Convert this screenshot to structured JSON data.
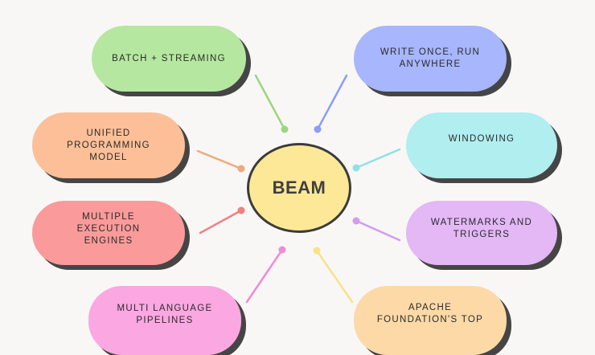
{
  "center": {
    "label": "BEAM",
    "color": "#fde897"
  },
  "nodes": [
    {
      "id": "batch-streaming",
      "label": "BATCH + STREAMING",
      "color": "#b6e7a0",
      "dot": "#9ad67f"
    },
    {
      "id": "write-once",
      "label": "WRITE ONCE, RUN\nANYWHERE",
      "color": "#a7b6fd",
      "dot": "#8c9df4"
    },
    {
      "id": "unified-model",
      "label": "UNIFIED\nPROGRAMMING\nMODEL",
      "color": "#fdbf97",
      "dot": "#f2a87c"
    },
    {
      "id": "windowing",
      "label": "WINDOWING",
      "color": "#b0eef0",
      "dot": "#8ee1e6"
    },
    {
      "id": "multiple-engines",
      "label": "MULTIPLE EXECUTION\nENGINES",
      "color": "#fb9a9a",
      "dot": "#ee8080"
    },
    {
      "id": "watermarks",
      "label": "WATERMARKS AND\nTRIGGERS",
      "color": "#e3b8f5",
      "dot": "#d39bee"
    },
    {
      "id": "multi-language",
      "label": "MULTI LANGUAGE\nPIPELINES",
      "color": "#fba7e2",
      "dot": "#f28ad4"
    },
    {
      "id": "apache-foundation",
      "label": "APACHE\nFOUNDATION'S TOP",
      "color": "#fdd9a7",
      "dot": "#f6e38a"
    }
  ]
}
